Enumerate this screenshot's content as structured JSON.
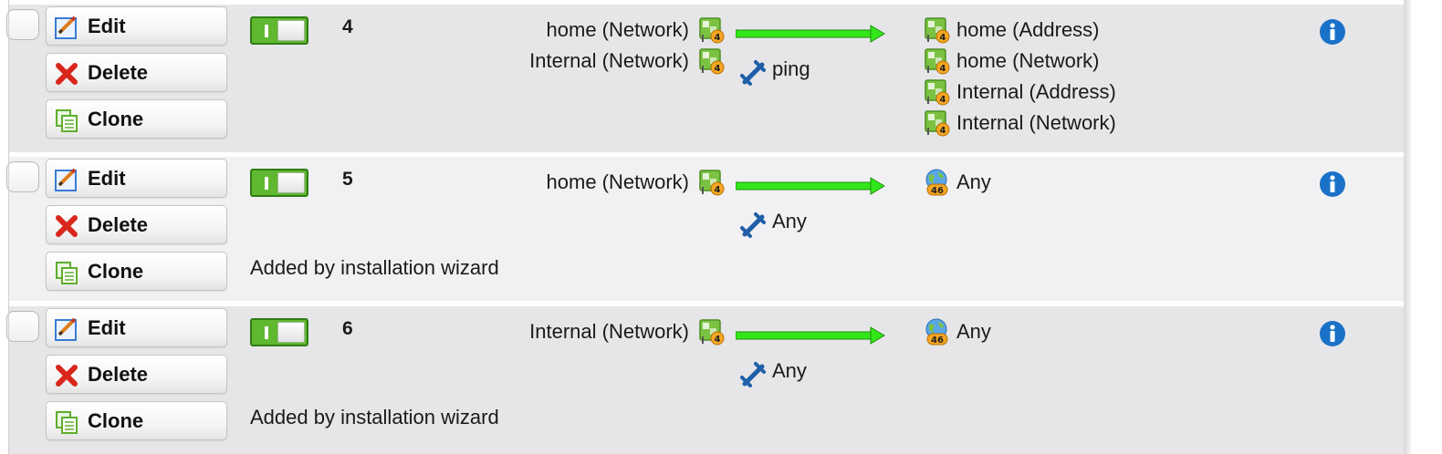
{
  "buttons": {
    "edit": "Edit",
    "delete": "Delete",
    "clone": "Clone"
  },
  "rules": [
    {
      "number": "4",
      "enabled": true,
      "sources": [
        "home (Network)",
        "Internal (Network)"
      ],
      "service": "ping",
      "destinations": [
        "home (Address)",
        "home (Network)",
        "Internal (Address)",
        "Internal (Network)"
      ],
      "description": ""
    },
    {
      "number": "5",
      "enabled": true,
      "sources": [
        "home (Network)"
      ],
      "service": "Any",
      "destinations": [
        "Any"
      ],
      "description": "Added by installation wizard"
    },
    {
      "number": "6",
      "enabled": true,
      "sources": [
        "Internal (Network)"
      ],
      "service": "Any",
      "destinations": [
        "Any"
      ],
      "description": "Added by installation wizard"
    }
  ],
  "icon_badges": {
    "ipv4": "4",
    "ipv46": "46"
  },
  "colors": {
    "row_dark": "#e6e6e9",
    "row_light": "#f1f1f3",
    "toggle_on": "#5fb82f",
    "arrow": "#33e61a",
    "info": "#1a72c8",
    "delete_x": "#d9261c"
  }
}
